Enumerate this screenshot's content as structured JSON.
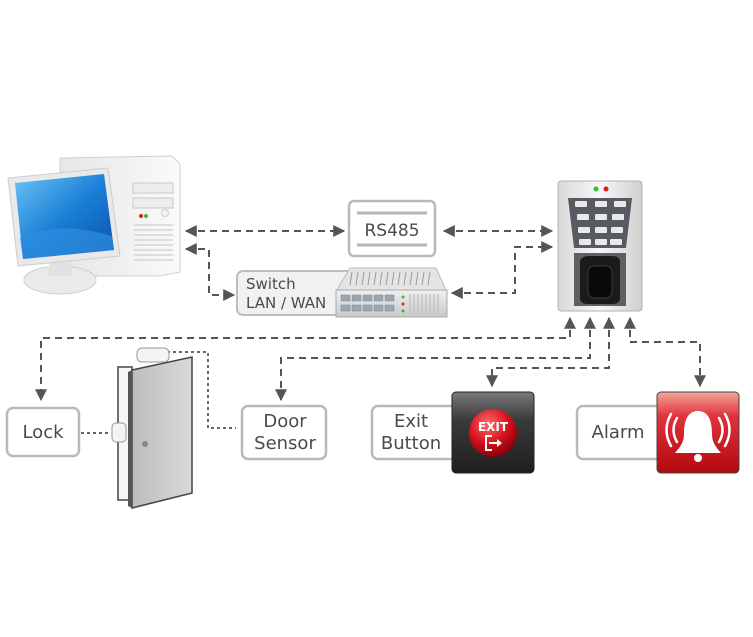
{
  "diagram": {
    "title": "Access control system wiring diagram",
    "nodes": {
      "computer": {
        "label": ""
      },
      "rs485": {
        "label": "RS485"
      },
      "switch": {
        "label_line1": "Switch",
        "label_line2": "LAN / WAN"
      },
      "reader": {
        "label": ""
      },
      "lock": {
        "label": "Lock"
      },
      "door": {
        "label": ""
      },
      "door_sensor": {
        "label_line1": "Door",
        "label_line2": "Sensor"
      },
      "exit_button": {
        "label_line1": "Exit",
        "label_line2": "Button",
        "icon_text": "EXIT"
      },
      "alarm": {
        "label": "Alarm"
      }
    },
    "connections": [
      {
        "from": "computer",
        "to": "rs485",
        "style": "dashed",
        "direction": "both"
      },
      {
        "from": "rs485",
        "to": "reader",
        "style": "dashed",
        "direction": "both"
      },
      {
        "from": "computer",
        "to": "switch",
        "style": "dashed",
        "direction": "both"
      },
      {
        "from": "switch",
        "to": "reader",
        "style": "dashed",
        "direction": "both"
      },
      {
        "from": "reader",
        "to": "lock",
        "style": "dashed",
        "direction": "both"
      },
      {
        "from": "reader",
        "to": "door_sensor",
        "style": "dashed",
        "direction": "both"
      },
      {
        "from": "reader",
        "to": "exit_button",
        "style": "dashed",
        "direction": "both"
      },
      {
        "from": "reader",
        "to": "alarm",
        "style": "dashed",
        "direction": "both"
      },
      {
        "from": "lock",
        "to": "door",
        "style": "dotted",
        "direction": "none"
      },
      {
        "from": "door",
        "to": "door_sensor",
        "style": "dotted",
        "direction": "none"
      }
    ],
    "colors": {
      "line": "#555555",
      "label_border": "#b9b9b9",
      "label_text": "#4a4a4a",
      "screen_blue": "#1a7fd6",
      "alarm_red": "#d0121b",
      "exit_red": "#d4111b",
      "exit_panel": "#2b2b2b"
    }
  }
}
